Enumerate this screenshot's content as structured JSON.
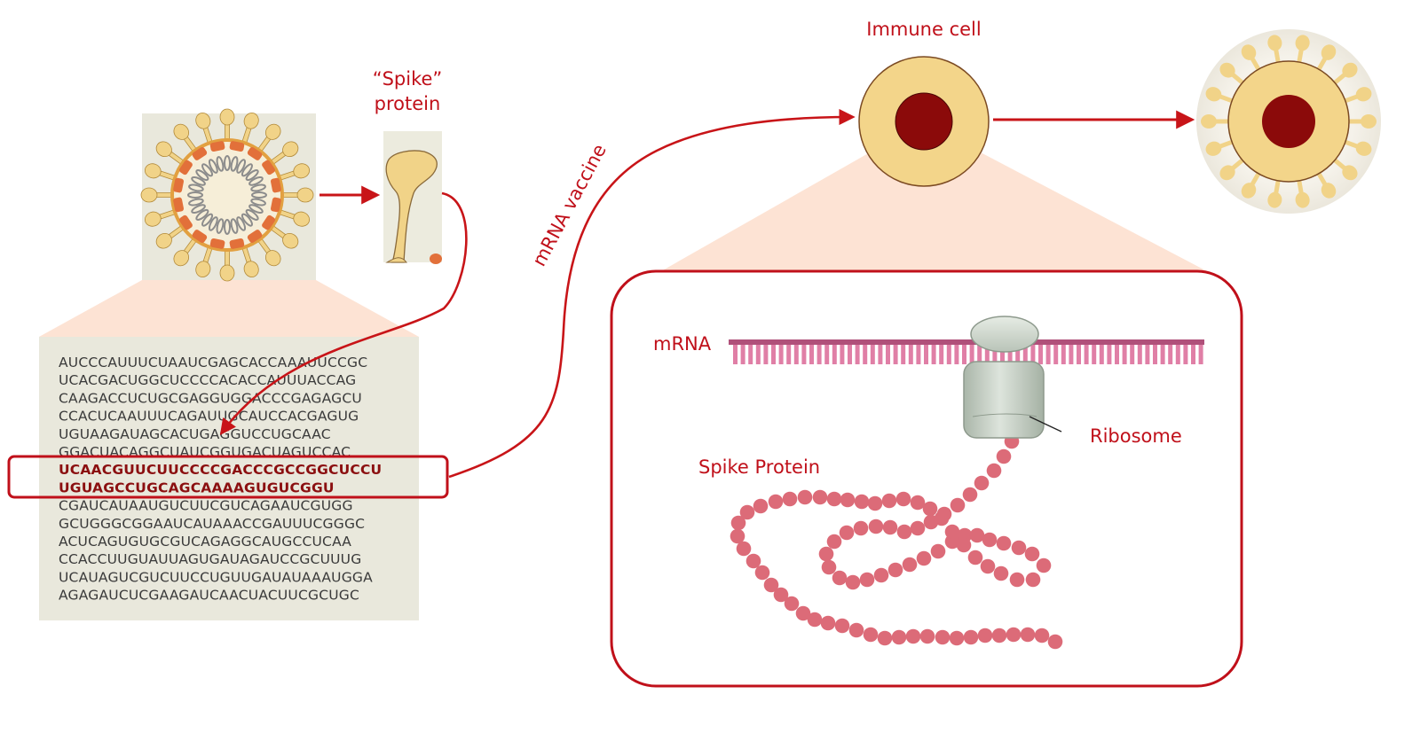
{
  "labels": {
    "spike_line1": "“Spike”",
    "spike_line2": "protein",
    "immune_cell": "Immune cell",
    "mrna_vaccine": "mRNA vaccine",
    "mrna": "mRNA",
    "ribosome": "Ribosome",
    "spike_protein": "Spike Protein"
  },
  "sequence": {
    "lines": [
      "AUCCCAUUUCUAAUCGAGCACCAAAUUCCGC",
      "UCACGACUGGCUCCCCACACCAUUUACCAG",
      "CAAGACCUCUGCGAGGUGGACCCGAGAGCU",
      "CCACUCAAUUUCAGAUUGCAUCCACGAGUG",
      "UGUAAGAUAGCACUGAGGUCCUGCAAC",
      "GGACUACAGGCUAUCGGUGACUAGUCCAC",
      "UCAACGUUCUUCCCCGACCCGCCGGCUCCU",
      "UGUAGCCUGCAGCAAAAGUGUCGGU",
      "CGAUCAUAAUGUCUUCGUCAGAAUCGUGG",
      "GCUGGGCGGAAUCAUAAACCGAUUUCGGGC",
      "ACUCAGUGUGCGUCAGAGGCAUGCCUCAA",
      "CCACCUUGUAUUAGUGAUAGAUCCGCUUUG",
      "UCAUAGUCGUCUUCCUGUUGAUAUAAAUGGA",
      "AGAGAUCUCGAAGAUCAACUACUUCGCUGC"
    ],
    "highlighted_lines": [
      6,
      7
    ]
  },
  "colors": {
    "accent_red": "#c0101a",
    "arrow_red": "#c81418",
    "cell_yellow": "#f3d58a",
    "cell_nucleus": "#8b0a0a",
    "spike_yellow": "#f1d388",
    "envelope_orange": "#e2703a",
    "protein_bead": "#dc6b78",
    "mrna_pink": "#e07fa6",
    "mrna_backbone": "#b0507a",
    "zoom_peach": "#fde3d4",
    "sequence_panel": "#e9e8dc",
    "ribosome_grey": "#c9d1c8"
  },
  "icons": {
    "virus": "coronavirus-icon",
    "spike": "spike-protein-icon",
    "immune_cell": "immune-cell-icon",
    "antibody_cell": "immune-cell-with-spikes-icon",
    "ribosome": "ribosome-icon",
    "protein_chain": "protein-chain-icon"
  }
}
